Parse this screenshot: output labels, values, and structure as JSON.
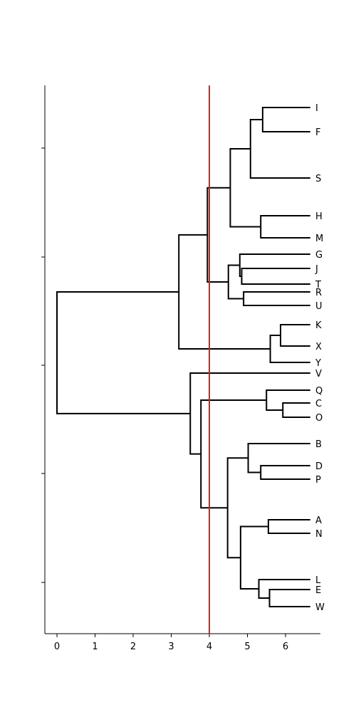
{
  "chart_data": {
    "type": "dendrogram",
    "orientation": "left",
    "xlim": [
      -0.3,
      6.9
    ],
    "x_ticks": [
      0,
      1,
      2,
      3,
      4,
      5,
      6
    ],
    "x_tick_labels": [
      "0",
      "1",
      "2",
      "3",
      "4",
      "5",
      "6"
    ],
    "leaves": [
      "I",
      "F",
      "S",
      "H",
      "M",
      "G",
      "J",
      "T",
      "R",
      "U",
      "K",
      "X",
      "Y",
      "V",
      "Q",
      "C",
      "O",
      "B",
      "D",
      "P",
      "A",
      "N",
      "L",
      "E",
      "W"
    ],
    "cut_line": {
      "x": 4.0,
      "color": "#e02010"
    },
    "links": [
      {
        "x": 5.4,
        "left": "I",
        "right": "F"
      },
      {
        "x": 5.08,
        "left": "I|F",
        "right": "S"
      },
      {
        "x": 5.35,
        "left": "H",
        "right": "M"
      },
      {
        "x": 4.55,
        "left": "IFS",
        "right": "HM"
      },
      {
        "x": 4.85,
        "left": "J",
        "right": "T"
      },
      {
        "x": 4.8,
        "left": "G",
        "right": "JT"
      },
      {
        "x": 4.9,
        "left": "R",
        "right": "U"
      },
      {
        "x": 4.5,
        "left": "GJT",
        "right": "RU"
      },
      {
        "x": 3.95,
        "left": "IFSHM",
        "right": "GJTRU"
      },
      {
        "x": 5.87,
        "left": "K",
        "right": "X"
      },
      {
        "x": 5.6,
        "left": "KX",
        "right": "Y"
      },
      {
        "x": 3.2,
        "left": "IFSHMGJTRU",
        "right": "KXY"
      },
      {
        "x": 5.93,
        "left": "C",
        "right": "O"
      },
      {
        "x": 5.5,
        "left": "Q",
        "right": "CO"
      },
      {
        "x": 5.35,
        "left": "D",
        "right": "P"
      },
      {
        "x": 5.02,
        "left": "B",
        "right": "DP"
      },
      {
        "x": 5.55,
        "left": "A",
        "right": "N"
      },
      {
        "x": 5.58,
        "left": "E",
        "right": "W"
      },
      {
        "x": 5.3,
        "left": "L",
        "right": "EW"
      },
      {
        "x": 4.82,
        "left": "AN",
        "right": "LEW"
      },
      {
        "x": 4.48,
        "left": "BDP",
        "right": "ANLEW"
      },
      {
        "x": 3.78,
        "left": "QCO",
        "right": "BDPANLEW"
      },
      {
        "x": 3.5,
        "left": "V",
        "right": "QCOBDPANLEW"
      },
      {
        "x": 0.0,
        "left": "IFSHMGJTRUKXY",
        "right": "VQCOBDPANLEW"
      }
    ]
  }
}
